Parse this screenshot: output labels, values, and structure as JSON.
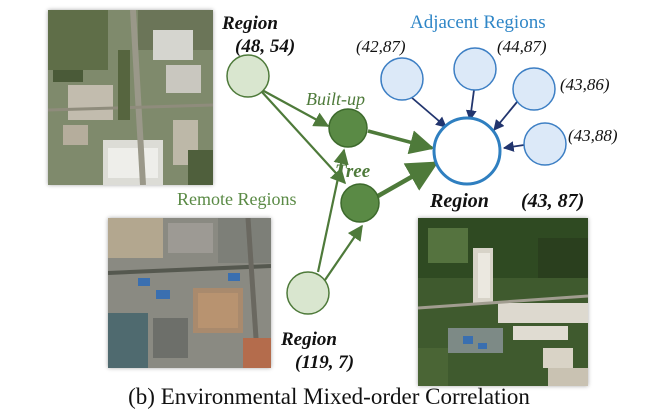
{
  "figure": {
    "caption": "(b) Environmental Mixed-order Correlation",
    "adjacent_title": "Adjacent Regions",
    "remote_title": "Remote Regions",
    "region_word": "Region",
    "regions": {
      "top_left_coord": "(48, 54)",
      "bottom_coord": "(119, 7)",
      "center_coord": "(43, 87)"
    },
    "adjacent_nodes": [
      "(42,87)",
      "(44,87)",
      "(43,86)",
      "(43,88)"
    ],
    "feature_nodes": [
      "Built-up",
      "Tree"
    ]
  },
  "colors": {
    "green_dark": "#4e7a3a",
    "green_node": "#5a8a45",
    "green_light": "#d9e6cf",
    "blue_title": "#2f86c7",
    "blue_node_fill": "#dce9f8",
    "blue_node_stroke": "#3d7fc4",
    "navy_arrow": "#22356e"
  },
  "images": [
    {
      "name": "top-left-satellite",
      "description_icon": "satellite-image"
    },
    {
      "name": "bottom-left-satellite",
      "description_icon": "satellite-image"
    },
    {
      "name": "bottom-right-satellite",
      "description_icon": "satellite-image"
    }
  ]
}
